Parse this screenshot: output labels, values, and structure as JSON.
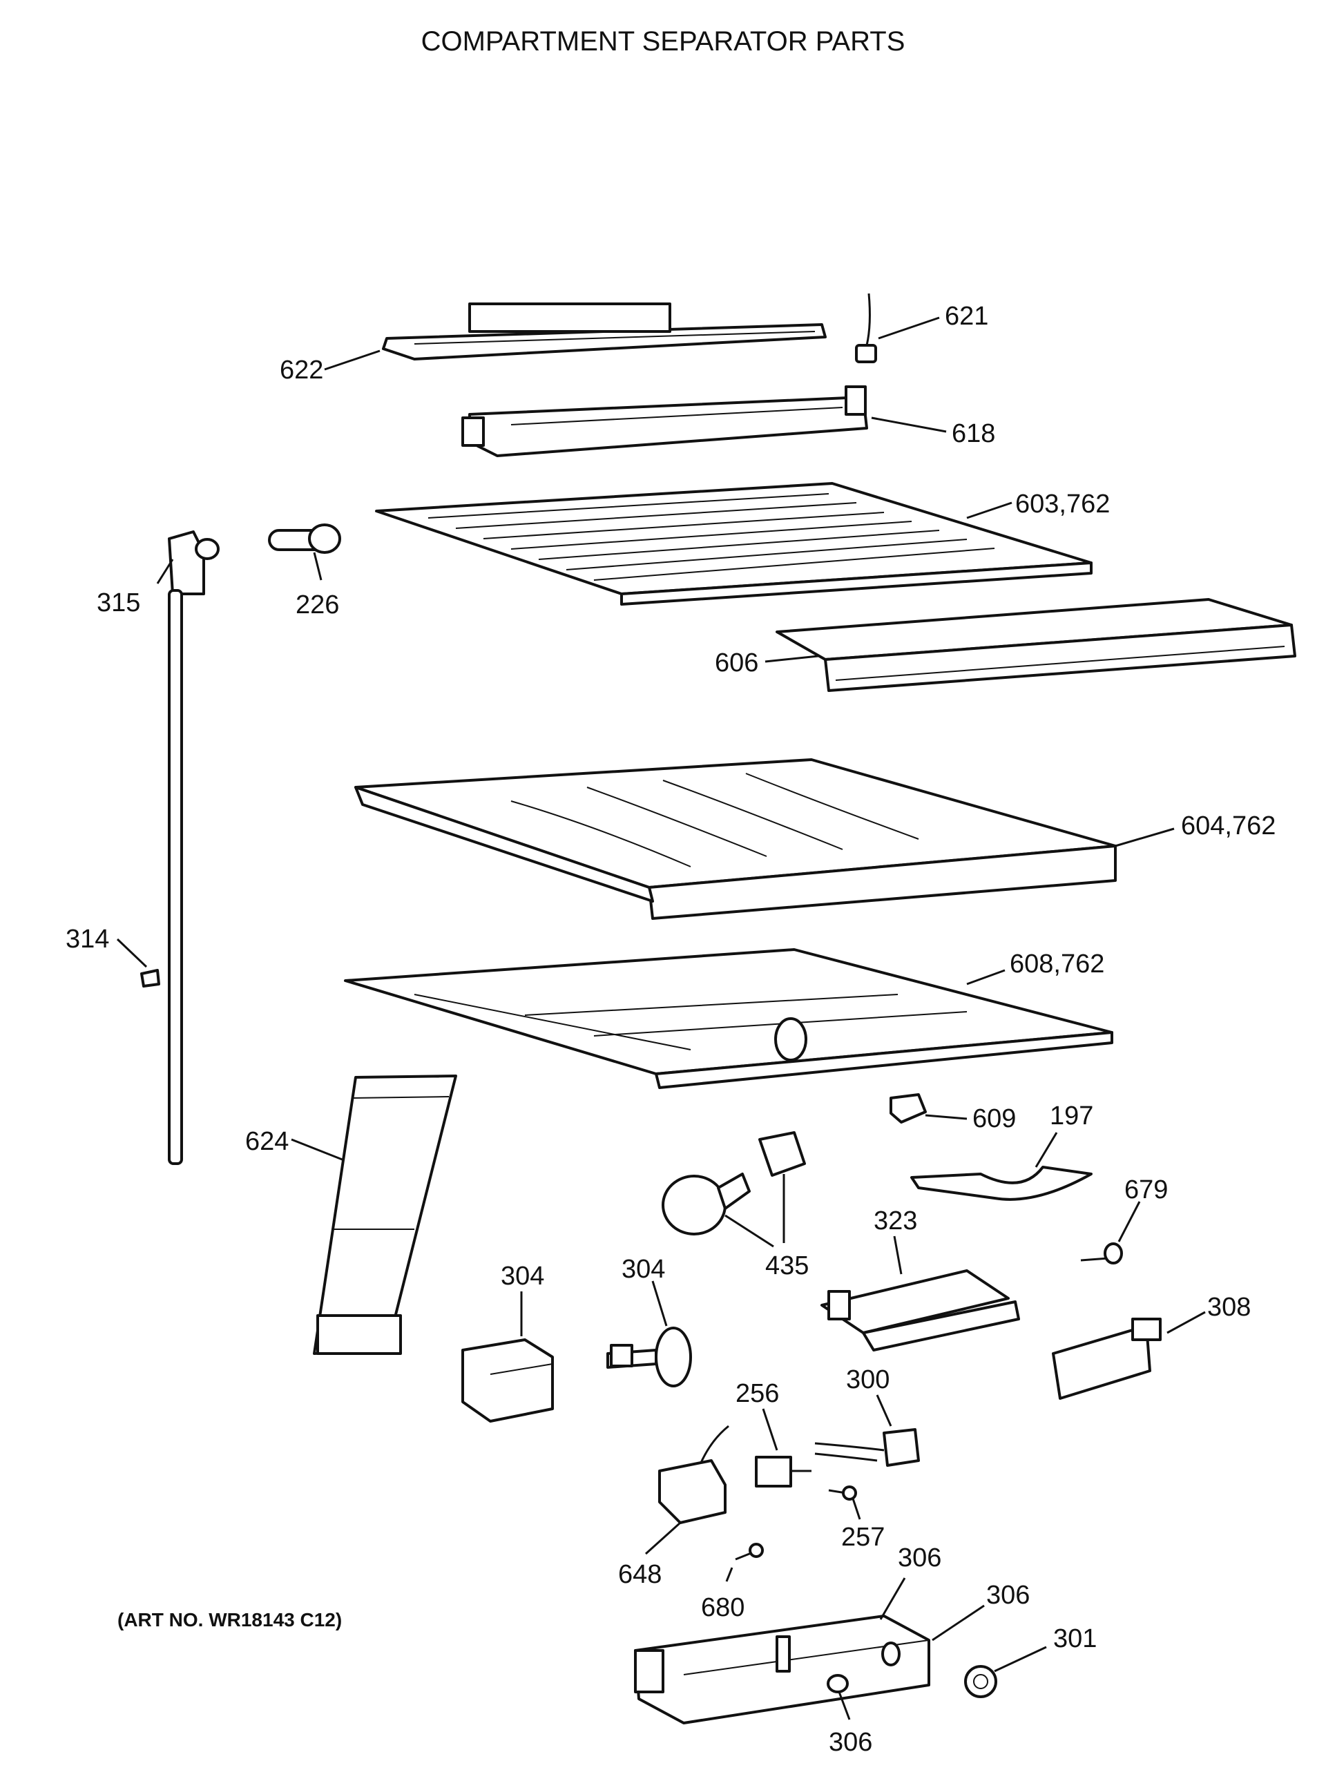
{
  "title": "COMPARTMENT SEPARATOR PARTS",
  "art_no": "(ART NO. WR18143 C12)",
  "callouts": {
    "c621": "621",
    "c622": "622",
    "c618": "618",
    "c603": "603,762",
    "c315": "315",
    "c226": "226",
    "c606": "606",
    "c604": "604,762",
    "c314": "314",
    "c608": "608,762",
    "c609": "609",
    "c197": "197",
    "c624": "624",
    "c679": "679",
    "c435": "435",
    "c323": "323",
    "c304a": "304",
    "c304b": "304",
    "c308": "308",
    "c256": "256",
    "c300": "300",
    "c257": "257",
    "c648": "648",
    "c680": "680",
    "c306a": "306",
    "c306b": "306",
    "c306c": "306",
    "c301": "301"
  }
}
